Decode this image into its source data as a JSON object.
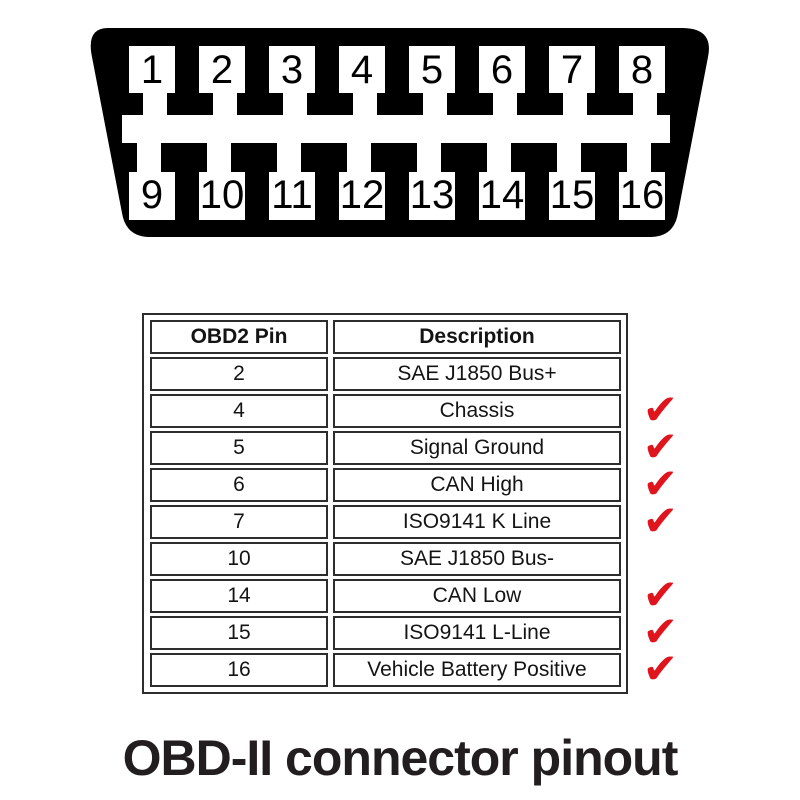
{
  "title": "OBD-II connector pinout",
  "connector": {
    "name": "OBD-II 16-pin female connector",
    "top_pins": [
      "1",
      "2",
      "3",
      "4",
      "5",
      "6",
      "7",
      "8"
    ],
    "bottom_pins": [
      "9",
      "10",
      "11",
      "12",
      "13",
      "14",
      "15",
      "16"
    ]
  },
  "table": {
    "headers": [
      "OBD2 Pin",
      "Description"
    ],
    "rows": [
      {
        "pin": "2",
        "desc": "SAE J1850 Bus+",
        "check": ""
      },
      {
        "pin": "4",
        "desc": "Chassis",
        "check": "✔"
      },
      {
        "pin": "5",
        "desc": "Signal Ground",
        "check": "✔"
      },
      {
        "pin": "6",
        "desc": "CAN High",
        "check": "✔"
      },
      {
        "pin": "7",
        "desc": "ISO9141 K Line",
        "check": "✔"
      },
      {
        "pin": "10",
        "desc": "SAE J1850 Bus-",
        "check": ""
      },
      {
        "pin": "14",
        "desc": "CAN Low",
        "check": "✔"
      },
      {
        "pin": "15",
        "desc": "ISO9141 L-Line",
        "check": "✔"
      },
      {
        "pin": "16",
        "desc": "Vehicle Battery Positive",
        "check": "✔"
      }
    ]
  },
  "colors": {
    "connector_black": "#000000",
    "pin_slot_white": "#ffffff",
    "border_gray": "#2d2d2d",
    "check_red": "#e0141c",
    "title_black": "#221e1f"
  }
}
